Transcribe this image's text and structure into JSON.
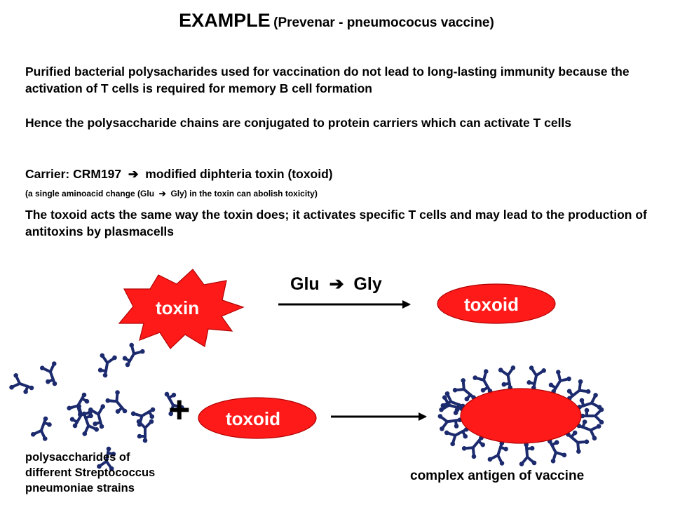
{
  "title": {
    "main": "EXAMPLE",
    "sub": "(Prevenar - pneumococus vaccine)"
  },
  "paragraphs": {
    "p1": "Purified bacterial polysacharides used for vaccination do not lead to long-lasting immunity because the activation of T cells is required for memory B cell formation",
    "p2": "Hence the polysaccharide chains are conjugated to protein carriers which can activate T cells",
    "carrier_before": "Carrier: CRM197",
    "carrier_after": "modified diphteria toxin (toxoid)",
    "note_before": "(a single aminoacid change (Glu",
    "note_after": "Gly) in the toxin can abolish toxicity)",
    "p4": "The toxoid acts the same way the toxin does; it activates specific T cells and may lead to the production of antitoxins by plasmacells"
  },
  "diagram": {
    "toxin_label": "toxin",
    "mutation_from": "Glu",
    "mutation_to": "Gly",
    "toxoid_label": "toxoid",
    "toxoid_label_2": "toxoid",
    "plus": "+",
    "poly_caption": [
      "polysaccharides of",
      "different Streptococcus",
      "pneumoniae strains"
    ],
    "complex_caption": "complex antigen of vaccine",
    "colors": {
      "red": "#ff1a1a",
      "navy": "#1c2a6e",
      "black": "#000000"
    }
  }
}
